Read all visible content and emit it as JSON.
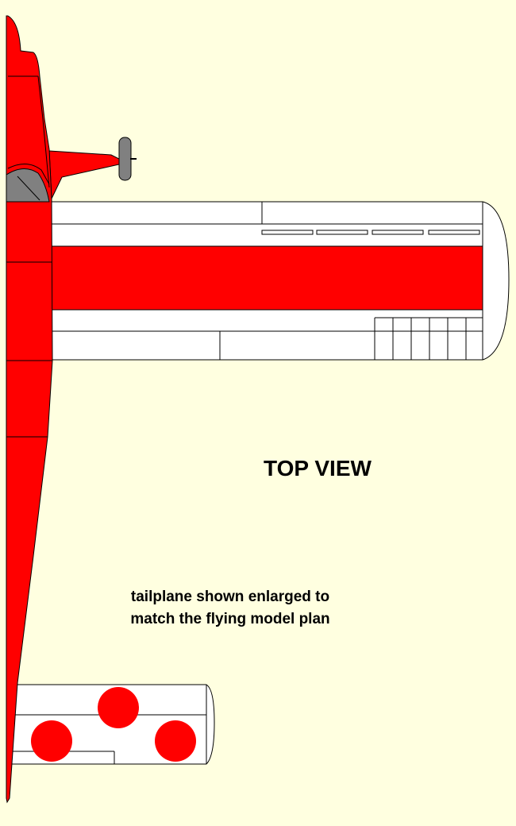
{
  "labels": {
    "view_title": "TOP VIEW",
    "note_line1": "tailplane shown enlarged to",
    "note_line2": "match the flying model plan"
  },
  "colors": {
    "background": "#FFFFE0",
    "fuselage_red": "#FF0000",
    "wing_white": "#FFFFFF",
    "outline": "#000000",
    "cockpit_grey": "#808080",
    "roundel_red": "#FF0000"
  }
}
